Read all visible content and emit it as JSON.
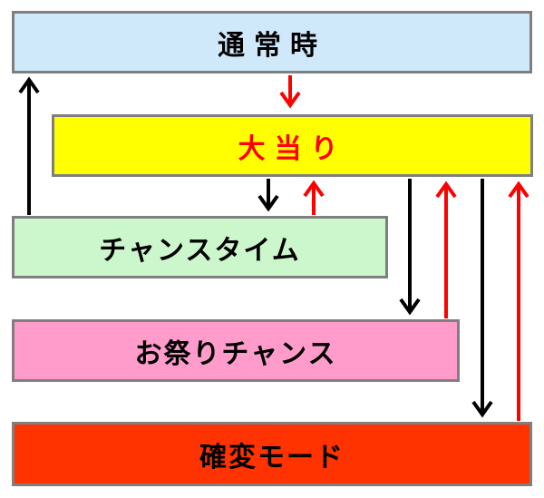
{
  "states": {
    "normal": "通常時",
    "jackpot": "大当り",
    "chance_time": "チャンスタイム",
    "festival_chance": "お祭りチャンス",
    "kakuhen_mode": "確変モード"
  },
  "colors": {
    "normal": "#cfe9fb",
    "jackpot": "#ffff00",
    "jackpot_text": "#ff0000",
    "chance_time": "#ccf6cc",
    "festival_chance": "#ff9ccc",
    "kakuhen_mode": "#ff3300",
    "arrow_black": "#000000",
    "arrow_red": "#ff0000"
  }
}
